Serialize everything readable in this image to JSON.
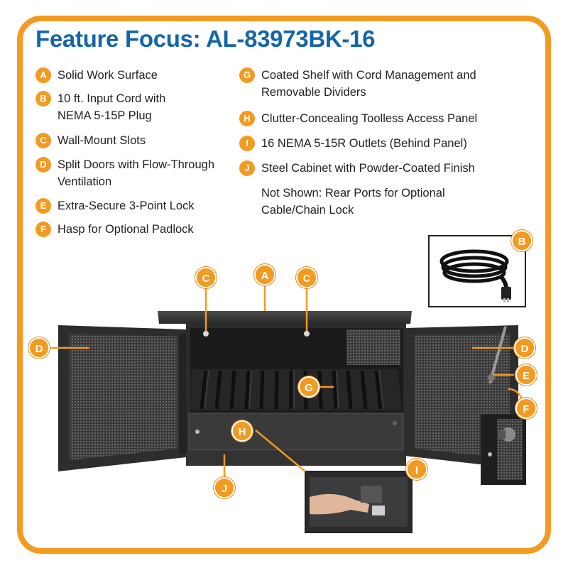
{
  "title": "Feature Focus: AL-83973BK-16",
  "left_features": [
    {
      "letter": "A",
      "text": "Solid Work Surface"
    },
    {
      "letter": "B",
      "text": "10 ft. Input Cord with NEMA 5-15P Plug"
    },
    {
      "letter": "C",
      "text": "Wall-Mount Slots"
    },
    {
      "letter": "D",
      "text": "Split Doors with Flow-Through Ventilation"
    },
    {
      "letter": "E",
      "text": "Extra-Secure 3-Point Lock"
    },
    {
      "letter": "F",
      "text": "Hasp for Optional Padlock"
    }
  ],
  "right_features": [
    {
      "letter": "G",
      "text": "Coated Shelf with Cord Management and Removable Dividers"
    },
    {
      "letter": "H",
      "text": "Clutter-Concealing Toolless Access Panel"
    },
    {
      "letter": "I",
      "text": "16 NEMA 5-15R Outlets (Behind Panel)"
    },
    {
      "letter": "J",
      "text": "Steel Cabinet with Powder-Coated Finish"
    }
  ],
  "note": "Not Shown: Rear Ports for Optional Cable/Chain Lock",
  "callouts": {
    "a": "A",
    "b": "B",
    "c1": "C",
    "c2": "C",
    "d1": "D",
    "d2": "D",
    "e": "E",
    "f": "F",
    "g": "G",
    "h": "H",
    "i": "I",
    "j": "J"
  },
  "colors": {
    "accent": "#f39a21",
    "title": "#1466a8",
    "cabinet": "#2b2b2b"
  }
}
